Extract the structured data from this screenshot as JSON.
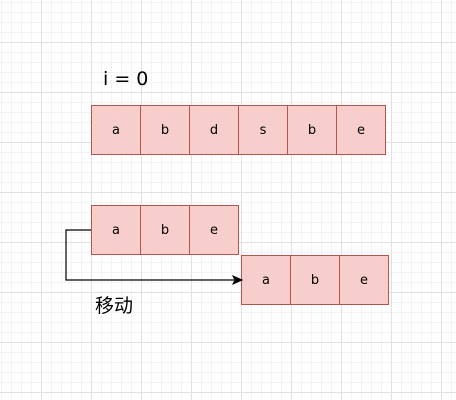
{
  "labels": {
    "index": "i = 0",
    "move": "移动"
  },
  "rows": {
    "main": [
      "a",
      "b",
      "d",
      "s",
      "b",
      "e"
    ],
    "pattern": [
      "a",
      "b",
      "e"
    ],
    "moved": [
      "a",
      "b",
      "e"
    ]
  },
  "colors": {
    "cell_fill": "#f8cecc",
    "cell_border": "#b85450",
    "arrow": "#000000"
  }
}
